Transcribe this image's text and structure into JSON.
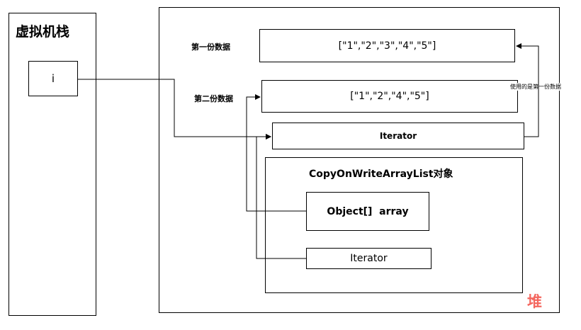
{
  "stack": {
    "title": "虚拟机栈",
    "variable": "i"
  },
  "heap": {
    "label": "堆",
    "label_color": "#f4675f",
    "first_copy_label": "第一份数据",
    "first_copy_value": "[\"1\",\"2\",\"3\",\"4\",\"5\"]",
    "second_copy_label": "第二份数据",
    "second_copy_value": "[\"1\",\"2\",\"4\",\"5\"]",
    "iterator_outer": "Iterator",
    "uses_first_note": "使用的是第一份数据",
    "cow_object": {
      "title": "CopyOnWriteArrayList对象",
      "array_field": "Object[]  array",
      "iterator_field": "Iterator"
    }
  }
}
